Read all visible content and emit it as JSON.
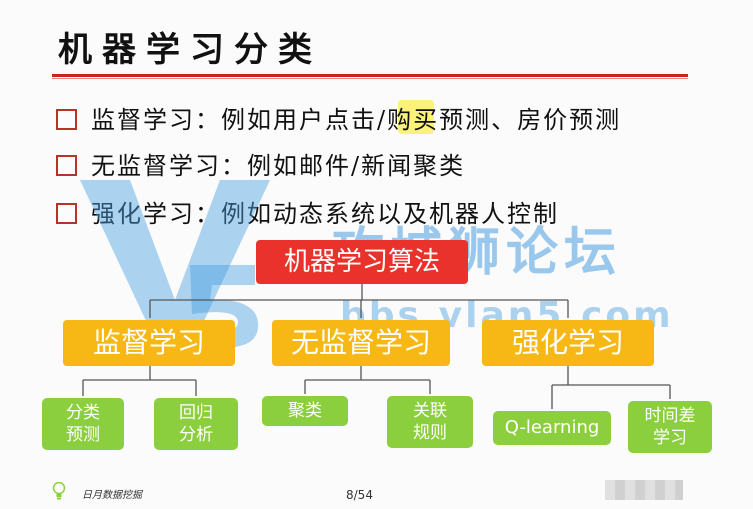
{
  "slide": {
    "title": "机器学习分类",
    "bullets": [
      {
        "text": "监督学习：例如用户点击/购买预测、房价预测"
      },
      {
        "text": "无监督学习：例如邮件/新闻聚类"
      },
      {
        "text": "强化学习：例如动态系统以及机器人控制"
      }
    ]
  },
  "watermark": {
    "text": "攻城狮论坛",
    "url": "bbs.vlan5.com"
  },
  "diagram": {
    "root": "机器学习算法",
    "categories": [
      "监督学习",
      "无监督学习",
      "强化学习"
    ],
    "leaves": [
      "分类\n预测",
      "回归\n分析",
      "聚类",
      "关联\n规则",
      "Q-learning",
      "时间差\n学习"
    ]
  },
  "footer": {
    "brand": "日月数据挖掘",
    "page": "8/54"
  },
  "colors": {
    "accent_red": "#e9322b",
    "category_yellow": "#f7b816",
    "leaf_green": "#8ccf3e",
    "watermark_blue": "#4aa0e0"
  }
}
